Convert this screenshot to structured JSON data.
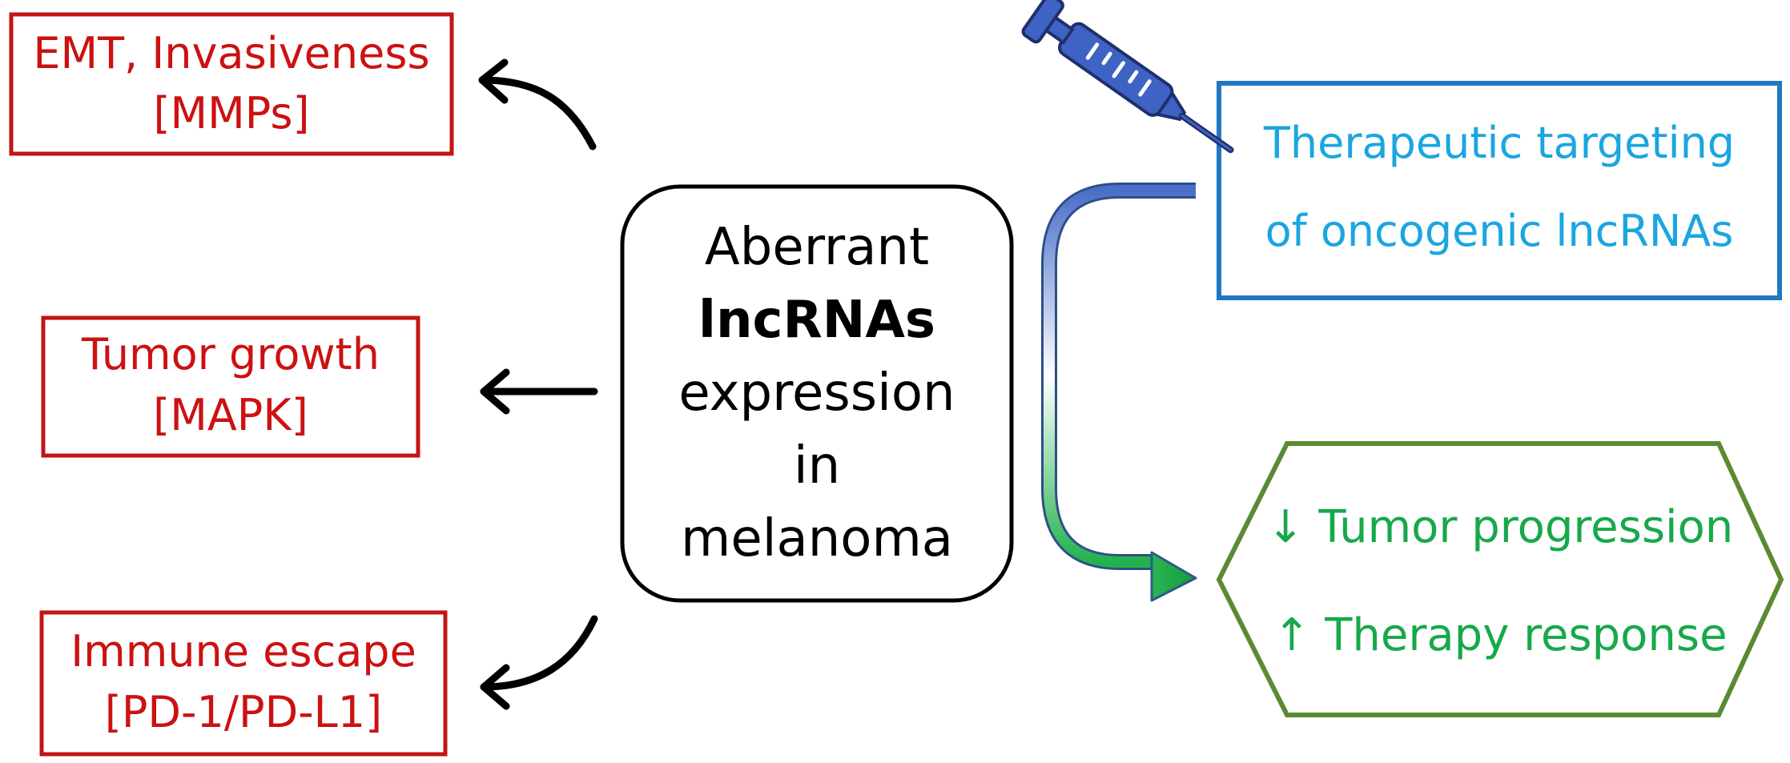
{
  "center": {
    "line1": "Aberrant",
    "line2": "lncRNAs",
    "line3": "expression",
    "line4": "in",
    "line5": "melanoma"
  },
  "effects": [
    {
      "line1": "EMT, Invasiveness",
      "line2": "[MMPs]"
    },
    {
      "line1": "Tumor growth",
      "line2": "[MAPK]"
    },
    {
      "line1": "Immune escape",
      "line2": "[PD-1/PD-L1]"
    }
  ],
  "therapy": {
    "line1": "Therapeutic targeting",
    "line2": "of oncogenic lncRNAs"
  },
  "outcome": {
    "line1": "↓ Tumor progression",
    "line2": "↑ Therapy response"
  },
  "colors": {
    "effect": "#cc1111",
    "therapy_text": "#1aa6e0",
    "therapy_border": "#1f78c1",
    "outcome_text": "#17a84a",
    "outcome_border": "#5a8a32",
    "syringe": "#3f63c4",
    "arrow_top": "#4a6fc8",
    "arrow_bottom": "#22b24c"
  },
  "icons": [
    "syringe-icon",
    "arrow-left-icon"
  ]
}
